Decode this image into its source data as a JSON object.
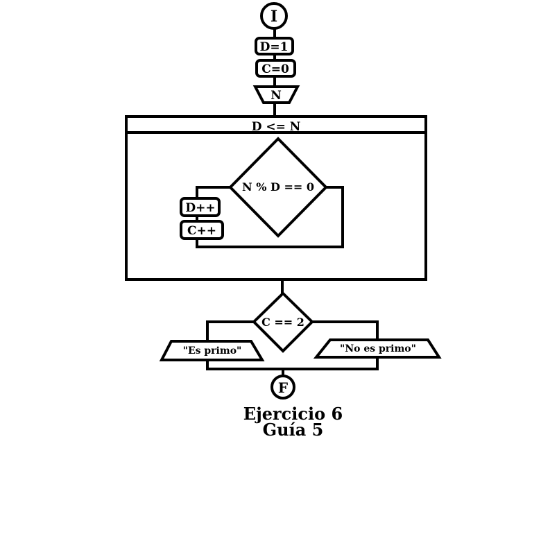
{
  "diagram": {
    "start_label": "I",
    "init_d": "D=1",
    "init_c": "C=0",
    "input_n": "N",
    "loop_condition": "D <= N",
    "inner_decision": "N % D == 0",
    "inc_d": "D++",
    "inc_c": "C++",
    "final_decision": "C == 2",
    "output_prime": "\"Es primo\"",
    "output_not_prime": "\"No es primo\"",
    "end_label": "F"
  },
  "caption": {
    "line1": "Ejercicio 6",
    "line2": "Guía 5"
  }
}
